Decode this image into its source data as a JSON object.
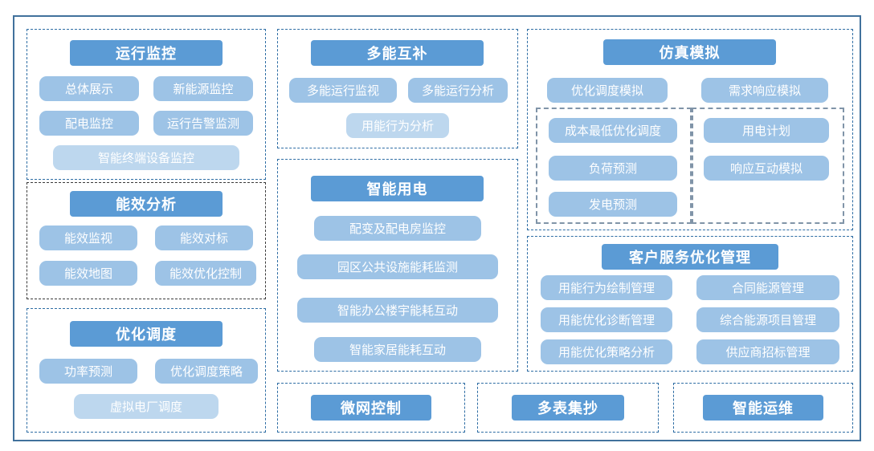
{
  "colors": {
    "header_fill": "#5B9BD5",
    "item_fill": "#9DC3E6",
    "item_fill_light": "#BDD7EE",
    "dashed_border_blue": "#2E6DA4",
    "dashed_border_black": "#3B3B3B",
    "dashed_border_gray": "#8094A8",
    "outer_frame": "#41719C"
  },
  "sections": {
    "ops": {
      "title": "运行监控",
      "items": [
        "总体展示",
        "新能源监控",
        "配电监控",
        "运行告警监测",
        "智能终端设备监控"
      ]
    },
    "efficiency": {
      "title": "能效分析",
      "items": [
        "能效监视",
        "能效对标",
        "能效地图",
        "能效优化控制"
      ]
    },
    "dispatch": {
      "title": "优化调度",
      "items": [
        "功率预测",
        "优化调度策略",
        "虚拟电厂调度"
      ]
    },
    "multi_energy": {
      "title": "多能互补",
      "items": [
        "多能运行监视",
        "多能运行分析",
        "用能行为分析"
      ]
    },
    "smart_power": {
      "title": "智能用电",
      "items": [
        "配变及配电房监控",
        "园区公共设施能耗监测",
        "智能办公楼宇能耗互动",
        "智能家居能耗互动"
      ]
    },
    "simulation": {
      "title": "仿真模拟",
      "items": [
        "优化调度模拟",
        "需求响应模拟"
      ],
      "group_left": [
        "成本最低优化调度",
        "负荷预测",
        "发电预测"
      ],
      "group_right": [
        "用电计划",
        "响应互动模拟"
      ]
    },
    "customer": {
      "title": "客户服务优化管理",
      "items_left": [
        "用能行为绘制管理",
        "用能优化诊断管理",
        "用能优化策略分析"
      ],
      "items_right": [
        "合同能源管理",
        "综合能源项目管理",
        "供应商招标管理"
      ]
    },
    "microgrid": {
      "title": "微网控制"
    },
    "meter_reading": {
      "title": "多表集抄"
    },
    "smart_om": {
      "title": "智能运维"
    }
  }
}
